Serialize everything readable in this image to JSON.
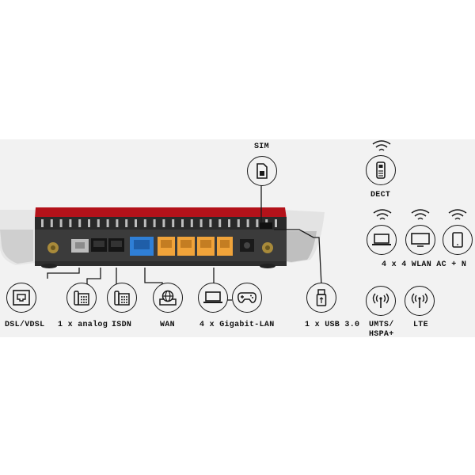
{
  "image": {
    "description_free": true,
    "colors": {
      "background": "#f2f2f2",
      "router_body": "#3d3d3d",
      "router_top": "#b3121a",
      "port_yellow": "#f0a33a",
      "port_blue": "#2f7fd6",
      "port_gray": "#bdbdbd"
    }
  },
  "labels": {
    "sim": "SIM",
    "dect": "DECT",
    "wlan": "4 x 4 WLAN AC + N",
    "dsl": "DSL/VDSL",
    "analog": "1 x analog",
    "isdn": "ISDN",
    "wan": "WAN",
    "lan": "4 x Gigabit-LAN",
    "usb": "1 x USB 3.0",
    "umts_line1": "UMTS/",
    "umts_line2": "HSPA+",
    "lte": "LTE"
  },
  "icons": {
    "sim": "sim-card-icon",
    "dect": "dect-handset-icon",
    "laptop": "laptop-icon",
    "monitor": "monitor-icon",
    "tablet": "tablet-icon",
    "dsl": "dsl-port-icon",
    "phone": "phone-icon",
    "wan": "globe-icon",
    "gamepad": "gamepad-icon",
    "usb": "usb-stick-icon",
    "antenna": "antenna-icon",
    "wifi": "wifi-icon"
  }
}
